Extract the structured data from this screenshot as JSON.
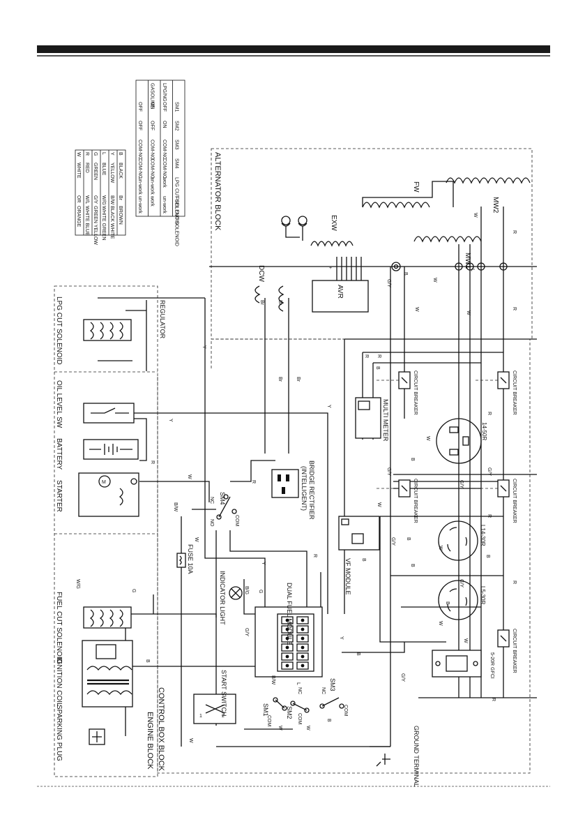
{
  "header": {
    "bar_color": "#1a1a1a"
  },
  "legend": {
    "colors": [
      {
        "code": "B",
        "name": "BLACK"
      },
      {
        "code": "Br",
        "name": "BROWN"
      },
      {
        "code": "Y",
        "name": "YELLOW"
      },
      {
        "code": "B/W",
        "name": "BLACK WHITE"
      },
      {
        "code": "L",
        "name": "BLUE"
      },
      {
        "code": "W/G",
        "name": "WHITE GREEN"
      },
      {
        "code": "G",
        "name": "GREEN"
      },
      {
        "code": "G/Y",
        "name": "GREEN YELLOW"
      },
      {
        "code": "R",
        "name": "RED"
      },
      {
        "code": "W/L",
        "name": "WHITE BLUE"
      },
      {
        "code": "W",
        "name": "WHITE"
      },
      {
        "code": "OR",
        "name": "ORANGE"
      }
    ],
    "mode_header": [
      "",
      "SM1",
      "SM2",
      "SM3",
      "SM4",
      "LPG CUT SOLENOID",
      "FUEL CUT SOLENOID"
    ],
    "mode_rows": [
      [
        "LPG/NG",
        "OFF",
        "ON",
        "COM-NC",
        "COM-NC",
        "work",
        "un-work"
      ],
      [
        "GASOLINE",
        "ON",
        "OFF",
        "COM-NO",
        "COM-NO",
        "un-work",
        "work"
      ],
      [
        "",
        "OFF",
        "OFF",
        "COM-NC",
        "COM-NC",
        "un-work",
        "un-work"
      ]
    ]
  },
  "blocks": {
    "alternator": "ALTERNATOR BLOCK",
    "control_box": "CONTROL BOX BLOCK",
    "engine": "ENGINE BLOCK"
  },
  "components": {
    "fw": "FW",
    "mw2": "MW2",
    "mw1": "MW1",
    "exw": "EXW",
    "dcw": "DCW",
    "avr": "AVR",
    "regulator": "REGULATOR",
    "lpg_cut_solenoid": "LPG CUT SOLENOID",
    "oil_level_sw": "OIL LEVEL SW",
    "battery": "BATTERY",
    "starter": "STARTER",
    "fuel_cut_solenoid": "FUEL CUT SOLENOID",
    "ignition_coil": "IGNITION COIL",
    "sparking_plug": "SPARKING PLUG",
    "bridge_rectifier": "BRIDGE RECTIFIER",
    "bridge_rectifier_sub": "(INTELLIGENT)",
    "multi_meter": "MULTI METER",
    "vf_module": "VF MODULE",
    "dual_fuel_module": "DUAL FUEL MODULE",
    "indicator_light": "INDICATOR LIGHT",
    "fuse": "FUSE 10A",
    "start_switch": "START SWITCH",
    "ground_terminal": "GROUND TERMINAL",
    "circuit_breaker": "CIRCUIT BREAKER",
    "outlet_14_50r": "14-50R",
    "outlet_l14_30r": "L14-30R",
    "outlet_l5_30r": "L5-30R",
    "outlet_gfci": "5-20R GFCI",
    "sm1": "SM1",
    "sm2": "SM2",
    "sm3": "SM3",
    "sm4": "SM4",
    "nc": "NC",
    "no": "NO",
    "com": "COM"
  },
  "wire_labels": [
    "R",
    "W",
    "Y",
    "L",
    "B",
    "G/Y",
    "Br",
    "B/W",
    "W/G",
    "B/G",
    "G"
  ]
}
